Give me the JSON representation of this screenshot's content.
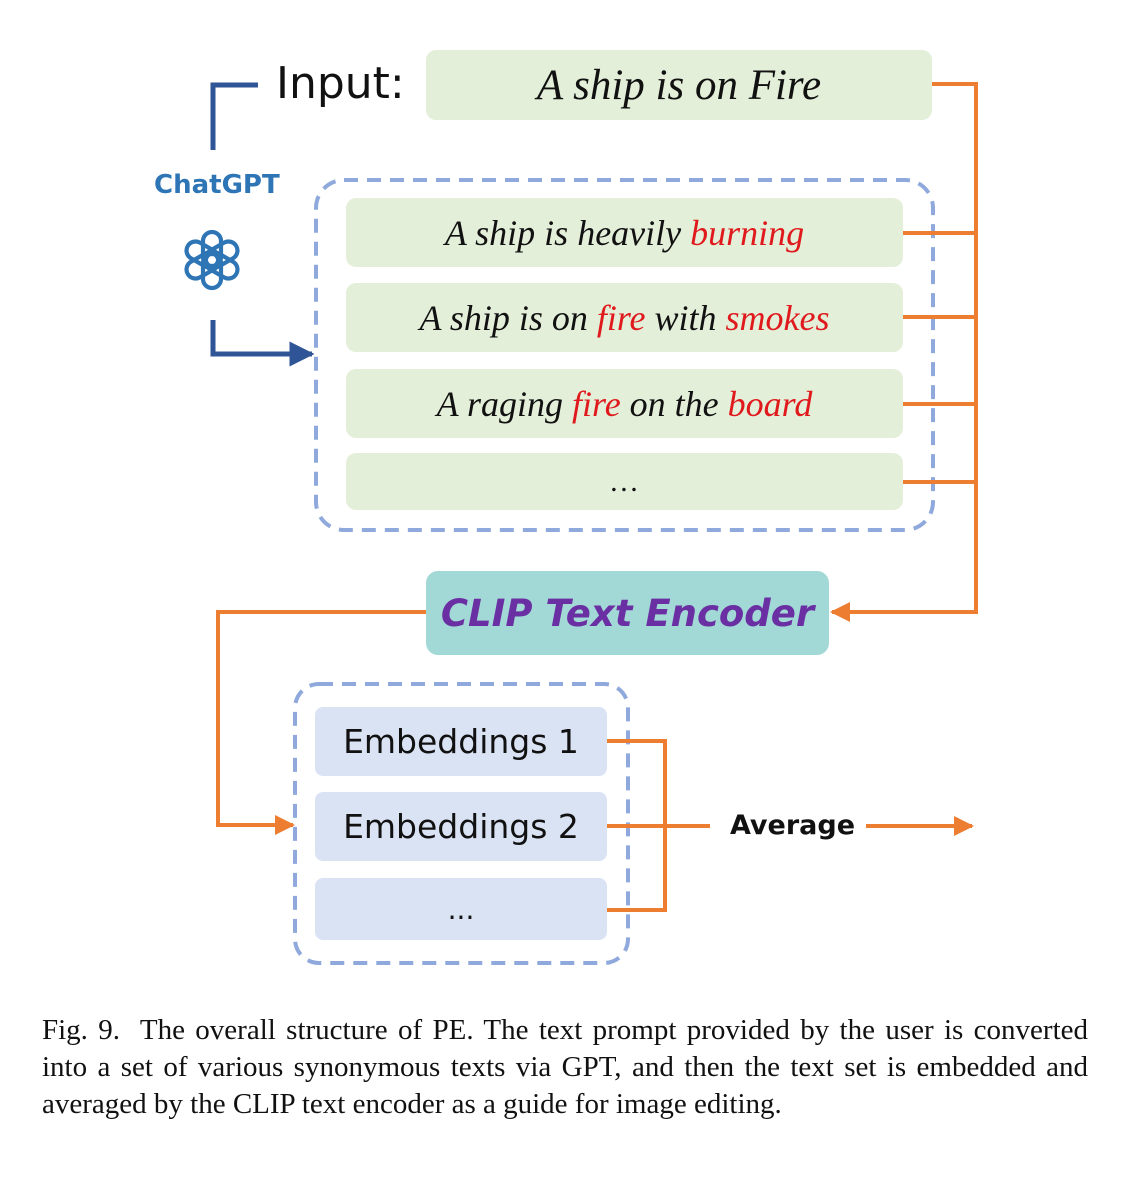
{
  "input": {
    "label": "Input:",
    "prompt": "A ship is on Fire"
  },
  "chatgpt": {
    "label": "ChatGPT",
    "icon": "openai-logo-icon"
  },
  "synonyms": [
    {
      "parts": [
        {
          "text": "A ship is heavily",
          "highlight": false
        },
        {
          "text": "burning",
          "highlight": true
        }
      ]
    },
    {
      "parts": [
        {
          "text": "A ship is on",
          "highlight": false
        },
        {
          "text": "fire",
          "highlight": true
        },
        {
          "text": "with",
          "highlight": false
        },
        {
          "text": "smokes",
          "highlight": true
        }
      ]
    },
    {
      "parts": [
        {
          "text": "A raging",
          "highlight": false
        },
        {
          "text": "fire",
          "highlight": true
        },
        {
          "text": "on the",
          "highlight": false
        },
        {
          "text": "board",
          "highlight": true
        }
      ]
    },
    {
      "parts": [
        {
          "text": "…",
          "highlight": false
        }
      ]
    }
  ],
  "encoder": {
    "label": "CLIP Text Encoder"
  },
  "embeddings": [
    "Embeddings 1",
    "Embeddings 2",
    "..."
  ],
  "average": {
    "label": "Average"
  },
  "caption": {
    "figure": "Fig. 9.",
    "text": "The overall structure of PE. The text prompt provided by the user is converted into a set of various synonymous texts via GPT, and then the text set is embedded and averaged by the CLIP text encoder as a guide for image editing."
  },
  "colors": {
    "orange": "#ed7d31",
    "blue": "#2f5597",
    "dashed": "#8fa9dc",
    "highlight": "#e0191c",
    "encoder_text": "#6a2fa2",
    "chatgpt_text": "#2e75b6"
  }
}
